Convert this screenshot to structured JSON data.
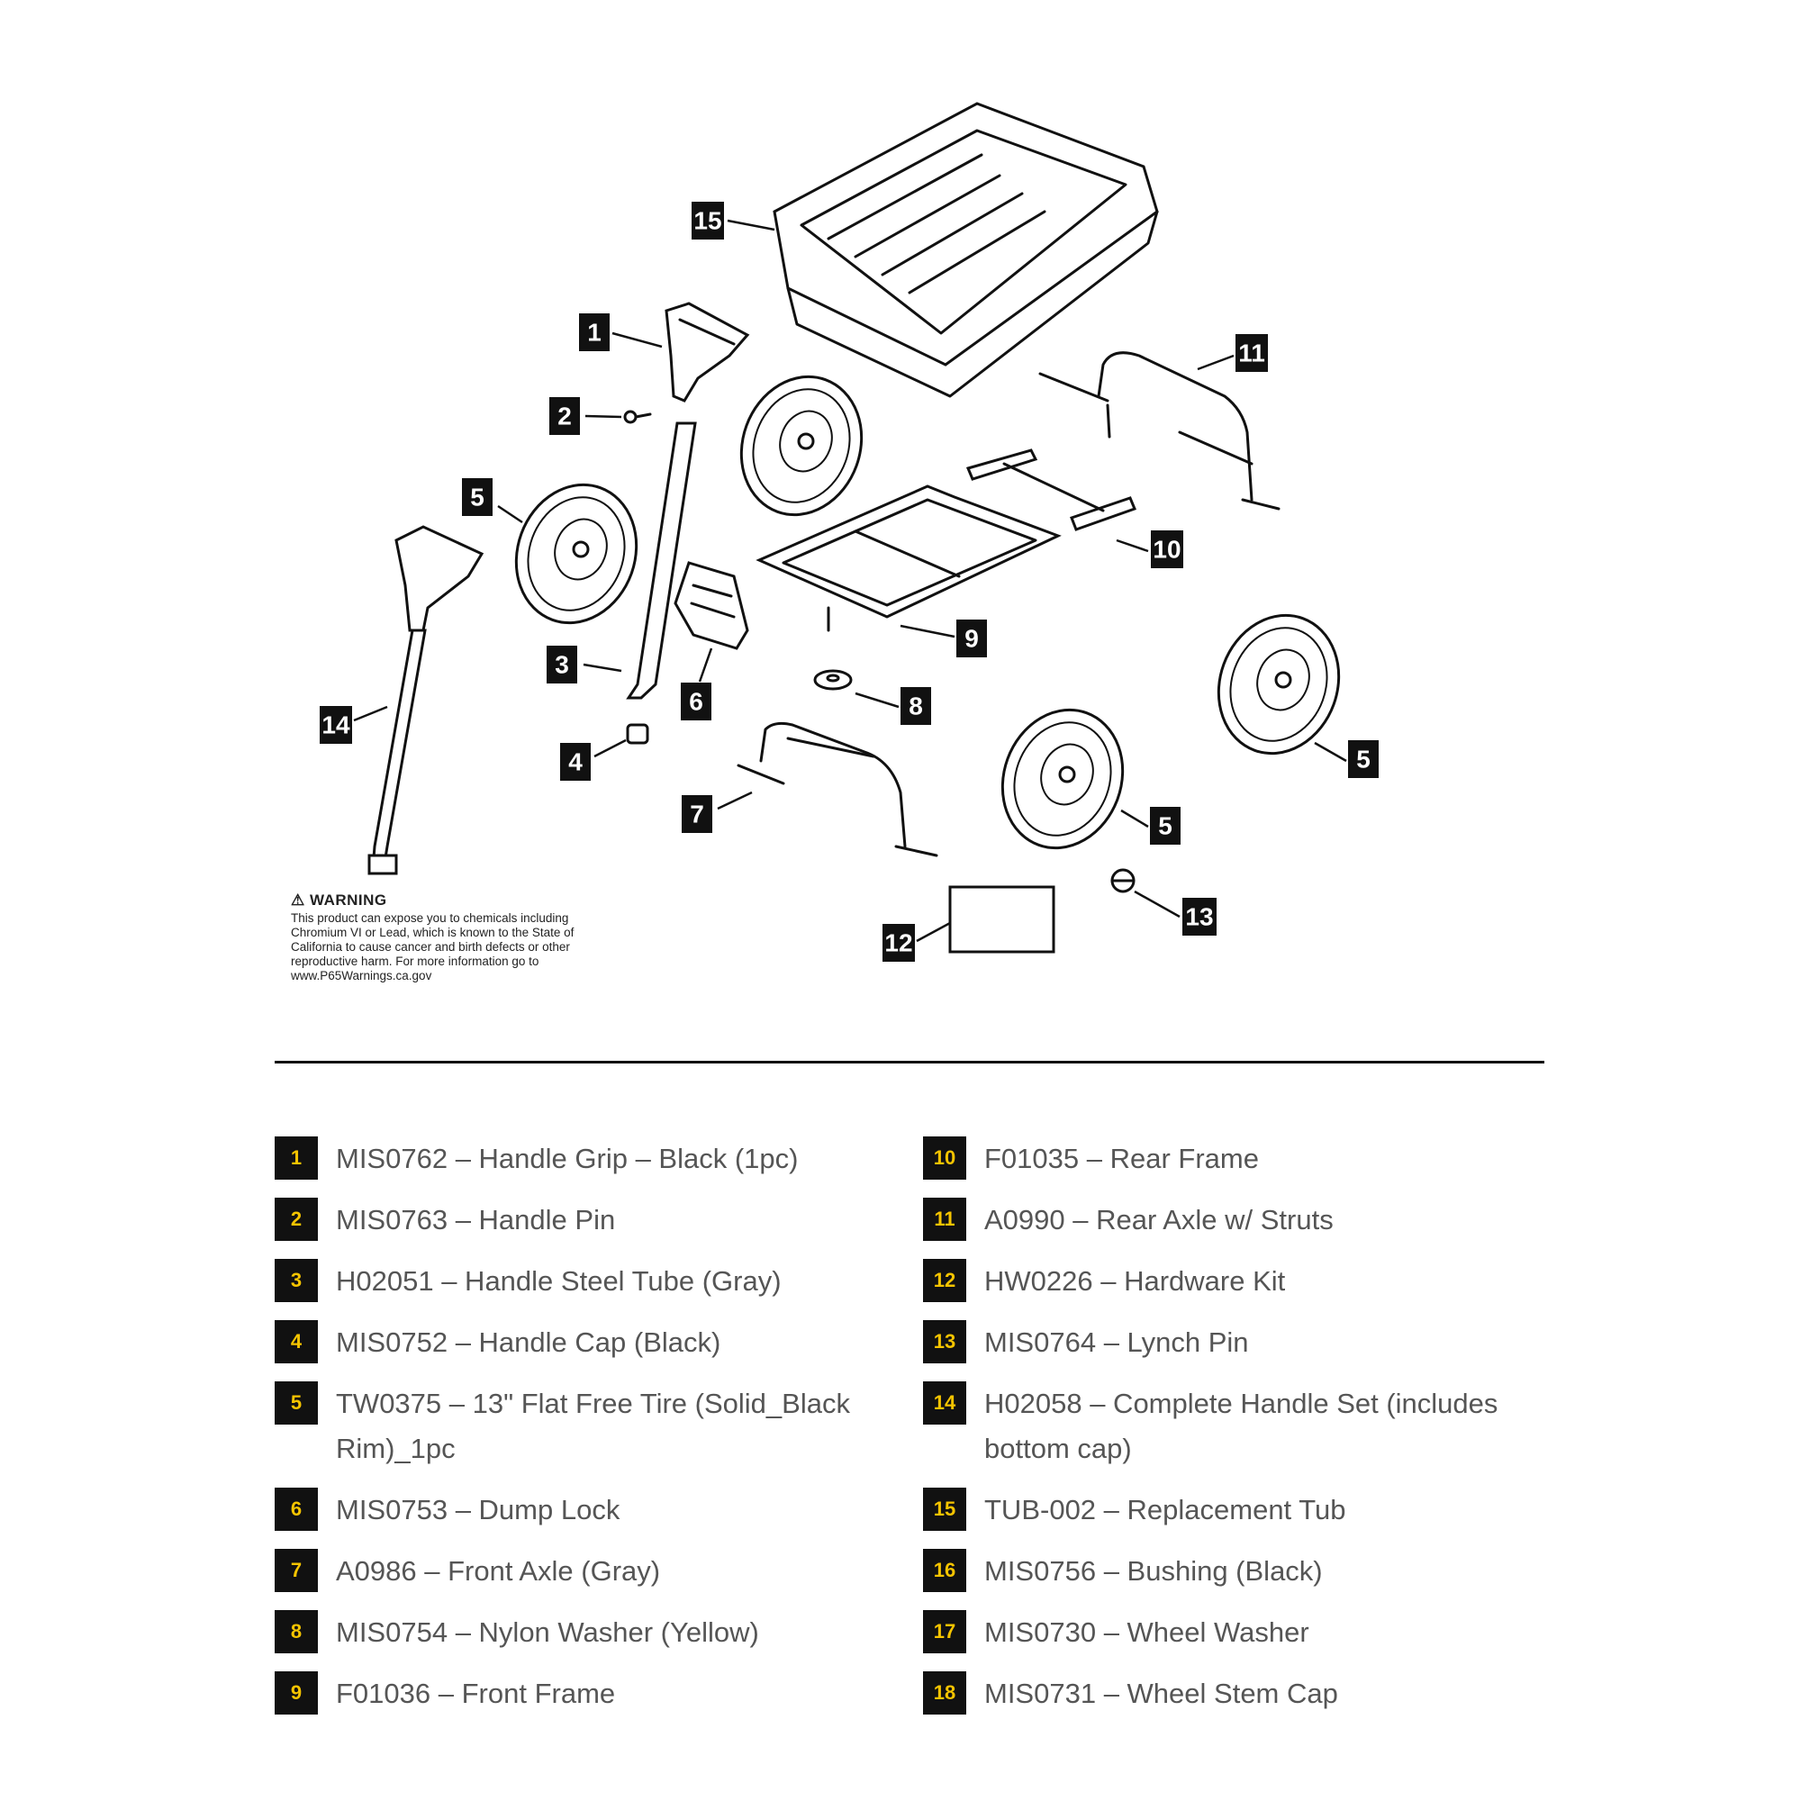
{
  "warning": {
    "title": "⚠ WARNING",
    "text": "This product can expose you to chemicals including Chromium VI or Lead, which is known to the State of California to cause cancer and birth defects or other reproductive harm. For more information go to www.P65Warnings.ca.gov"
  },
  "callouts": [
    "15",
    "1",
    "2",
    "5",
    "3",
    "6",
    "14",
    "4",
    "7",
    "8",
    "9",
    "10",
    "11",
    "5",
    "5",
    "12",
    "13"
  ],
  "parts_left": [
    {
      "num": "1",
      "label": "MIS0762 – Handle Grip – Black (1pc)"
    },
    {
      "num": "2",
      "label": "MIS0763 – Handle Pin"
    },
    {
      "num": "3",
      "label": "H02051 – Handle Steel Tube (Gray)"
    },
    {
      "num": "4",
      "label": "MIS0752 – Handle Cap (Black)"
    },
    {
      "num": "5",
      "label": "TW0375 – 13\" Flat Free Tire (Solid_Black Rim)_1pc"
    },
    {
      "num": "6",
      "label": "MIS0753 – Dump Lock"
    },
    {
      "num": "7",
      "label": "A0986 – Front Axle (Gray)"
    },
    {
      "num": "8",
      "label": "MIS0754 – Nylon Washer (Yellow)"
    },
    {
      "num": "9",
      "label": "F01036 – Front Frame"
    }
  ],
  "parts_right": [
    {
      "num": "10",
      "label": "F01035 – Rear Frame"
    },
    {
      "num": "11",
      "label": "A0990 – Rear Axle w/ Struts"
    },
    {
      "num": "12",
      "label": "HW0226 – Hardware Kit"
    },
    {
      "num": "13",
      "label": "MIS0764 – Lynch Pin"
    },
    {
      "num": "14",
      "label": "H02058 – Complete Handle Set (includes bottom cap)"
    },
    {
      "num": "15",
      "label": "TUB-002 – Replacement Tub"
    },
    {
      "num": "16",
      "label": "MIS0756 – Bushing (Black)"
    },
    {
      "num": "17",
      "label": "MIS0730 – Wheel Washer"
    },
    {
      "num": "18",
      "label": "MIS0731 – Wheel Stem Cap"
    }
  ]
}
